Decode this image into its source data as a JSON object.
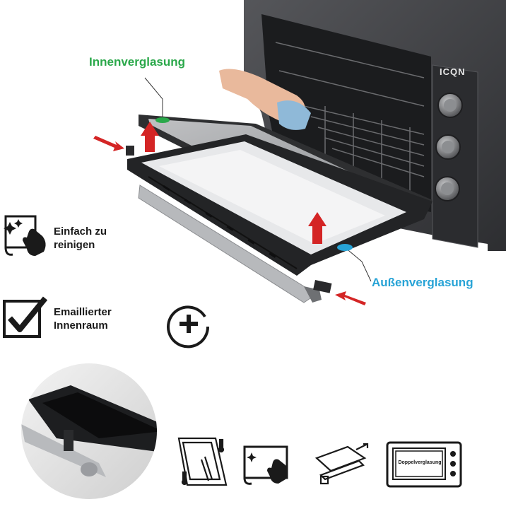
{
  "labels": {
    "inner_glass": "Innenverglasung",
    "outer_glass": "Außenverglasung"
  },
  "features": [
    {
      "line1": "Einfach zu",
      "line2": "reinigen",
      "icon": "cleaning-hand-icon"
    },
    {
      "line1": "Emaillierter",
      "line2": "Innenraum",
      "icon": "checkbox-icon"
    }
  ],
  "oven": {
    "brand": "ICQN"
  },
  "bottom_icons": {
    "double_glazing_label": "Doppelverglasung"
  },
  "colors": {
    "green_accent": "#2aa84a",
    "blue_accent": "#27a3d6",
    "arrow_red": "#d42525",
    "oven_body": "#3a3b3e"
  }
}
